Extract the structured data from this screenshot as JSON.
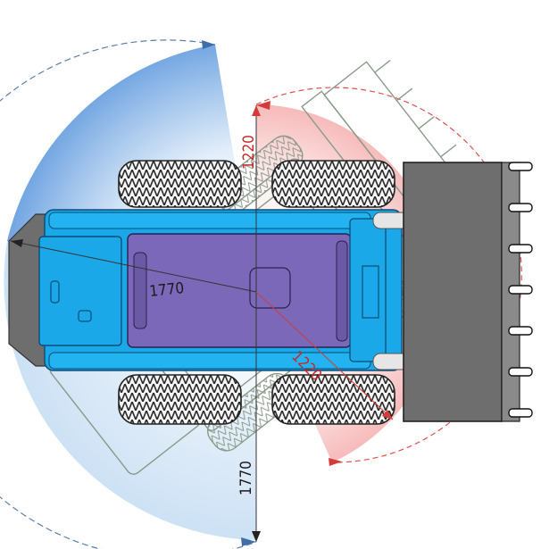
{
  "diagram": {
    "dimensions": {
      "turn_radius_body": "1770",
      "turn_radius_vertical": "1770",
      "turn_radius_front": "1220",
      "turn_radius_diag": "1220"
    },
    "colors": {
      "body_blue": "#1aa8e8",
      "body_blue_dark": "#0d7fc0",
      "seat_purple": "#7b68b8",
      "ghost_gray": "#8a9a8a",
      "tire_dark": "#2a2a2a",
      "bucket_gray": "#6e6e6e",
      "blue_sweep": "#4a90d9",
      "red_sweep": "#e03a3a"
    }
  }
}
